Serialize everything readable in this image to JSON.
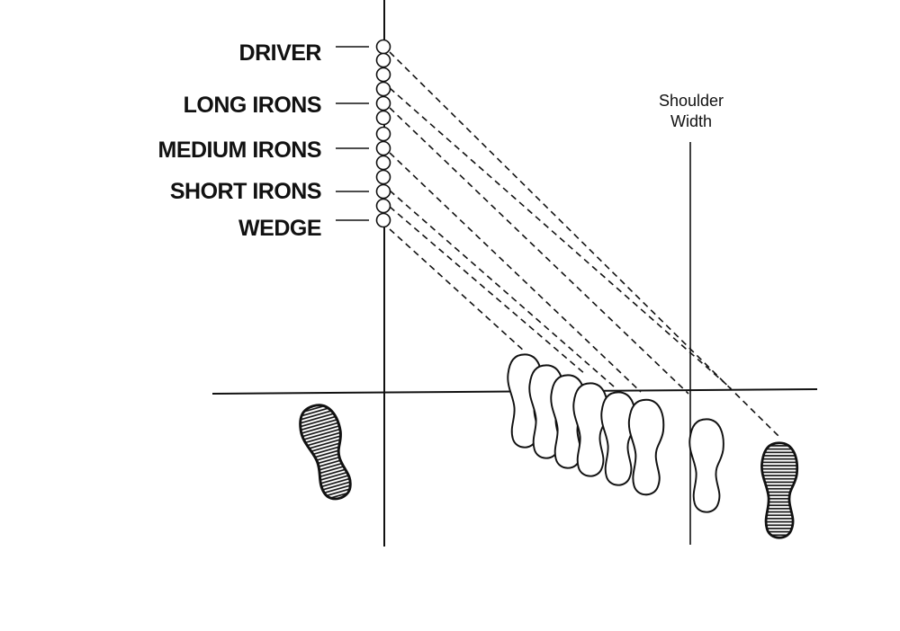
{
  "labels": {
    "driver": "DRIVER",
    "long_irons": "LONG IRONS",
    "medium_irons": "MEDIUM IRONS",
    "short_irons": "SHORT IRONS",
    "wedge": "WEDGE"
  },
  "shoulder_width": {
    "line1": "Shoulder",
    "line2": "Width"
  },
  "colors": {
    "ink": "#111111",
    "background": "#ffffff"
  }
}
